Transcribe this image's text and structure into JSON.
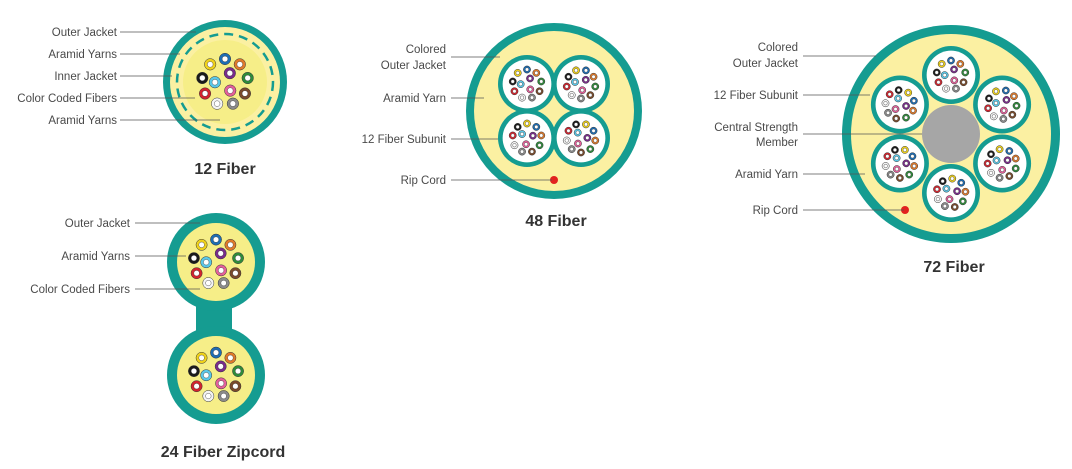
{
  "colors": {
    "jacket": "#159c91",
    "yarn": "#fbf0a2",
    "inner_core": "#f6ee88",
    "subunit_core": "#ffffff",
    "strength_member": "#a6a6a6",
    "rip_cord": "#e2221f",
    "fiber_colors": [
      "#1d6db4",
      "#e07a2a",
      "#2e8b3a",
      "#7a4a2a",
      "#8a8a8a",
      "#f4f4f4",
      "#d3242e",
      "#1a1a1a",
      "#f0d21a",
      "#7a2b8c",
      "#e45f9a",
      "#5ac8e8"
    ]
  },
  "cable_12": {
    "title": "12 Fiber",
    "labels": [
      "Outer Jacket",
      "Aramid Yarns",
      "Inner Jacket",
      "Color Coded Fibers",
      "Aramid Yarns"
    ]
  },
  "cable_24": {
    "title": "24 Fiber Zipcord",
    "labels": [
      "Outer Jacket",
      "Aramid Yarns",
      "Color Coded Fibers"
    ]
  },
  "cable_48": {
    "title": "48 Fiber",
    "labels": [
      [
        "Colored",
        "Outer Jacket"
      ],
      "Aramid Yarn",
      "12 Fiber Subunit",
      "Rip Cord"
    ]
  },
  "cable_72": {
    "title": "72 Fiber",
    "labels": [
      [
        "Colored",
        "Outer Jacket"
      ],
      "12 Fiber Subunit",
      [
        "Central Strength",
        "Member"
      ],
      "Aramid Yarn",
      "Rip Cord"
    ]
  }
}
